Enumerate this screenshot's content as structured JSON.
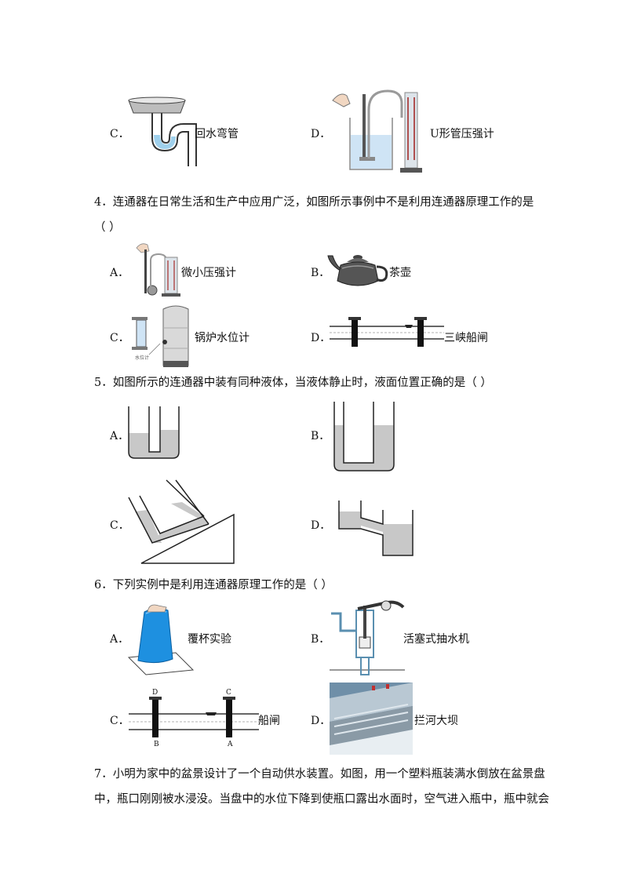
{
  "q3_tail": {
    "C": {
      "letter": "C．",
      "caption": "回水弯管"
    },
    "D": {
      "letter": "D．",
      "caption": "U形管压强计"
    }
  },
  "q4": {
    "stem": "4．连通器在日常生活和生产中应用广泛，如图所示事例中不是利用连通器原理工作的是",
    "paren": "（    ）",
    "options": {
      "A": {
        "letter": "A．",
        "caption": "微小压强计"
      },
      "B": {
        "letter": "B．",
        "caption": "茶壶"
      },
      "C": {
        "letter": "C．",
        "caption": "锅炉水位计",
        "inner_label": "水位计"
      },
      "D": {
        "letter": "D．",
        "caption": "三峡船闸"
      }
    }
  },
  "q5": {
    "stem": "5．如图所示的连通器中装有同种液体，当液体静止时，液面位置正确的是（      ）",
    "options": {
      "A": {
        "letter": "A．"
      },
      "B": {
        "letter": "B．"
      },
      "C": {
        "letter": "C．"
      },
      "D": {
        "letter": "D．"
      }
    }
  },
  "q6": {
    "stem": "6．下列实例中是利用连通器原理工作的是（      ）",
    "options": {
      "A": {
        "letter": "A．",
        "caption": "覆杯实验"
      },
      "B": {
        "letter": "B．",
        "caption": "活塞式抽水机"
      },
      "C": {
        "letter": "C．",
        "caption": "船闸",
        "points": [
          "D",
          "C",
          "B",
          "A"
        ]
      },
      "D": {
        "letter": "D．",
        "caption": "拦河大坝"
      }
    }
  },
  "q7": {
    "line1": "7．小明为家中的盆景设计了一个自动供水装置。如图，用一个塑料瓶装满水倒放在盆景盘",
    "line2": "中，瓶口刚刚被水浸没。当盘中的水位下降到使瓶口露出水面时，空气进入瓶中，瓶中就会"
  },
  "colors": {
    "liquid": "#c8c8c8",
    "water_blue": "#cfe4f5",
    "cup_blue": "#1e90e0",
    "dark": "#222222"
  }
}
